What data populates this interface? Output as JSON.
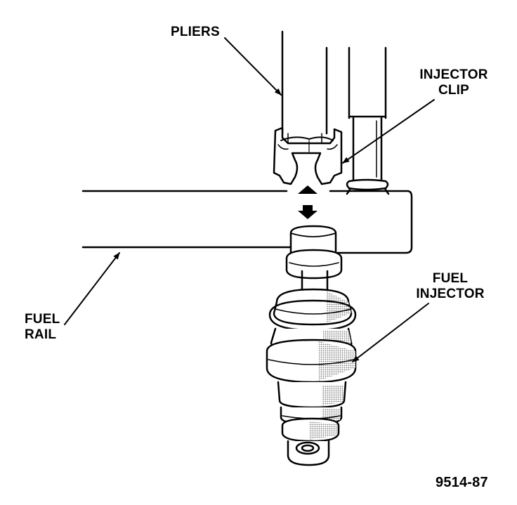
{
  "labels": {
    "pliers": "PLIERS",
    "injector_clip_line1": "INJECTOR",
    "injector_clip_line2": "CLIP",
    "fuel_injector_line1": "FUEL",
    "fuel_injector_line2": "INJECTOR",
    "fuel_rail_line1": "FUEL",
    "fuel_rail_line2": "RAIL",
    "figure_code": "9514-87"
  },
  "colors": {
    "ink": "#000000",
    "paper": "#ffffff",
    "shade": "#9a9a9a"
  }
}
